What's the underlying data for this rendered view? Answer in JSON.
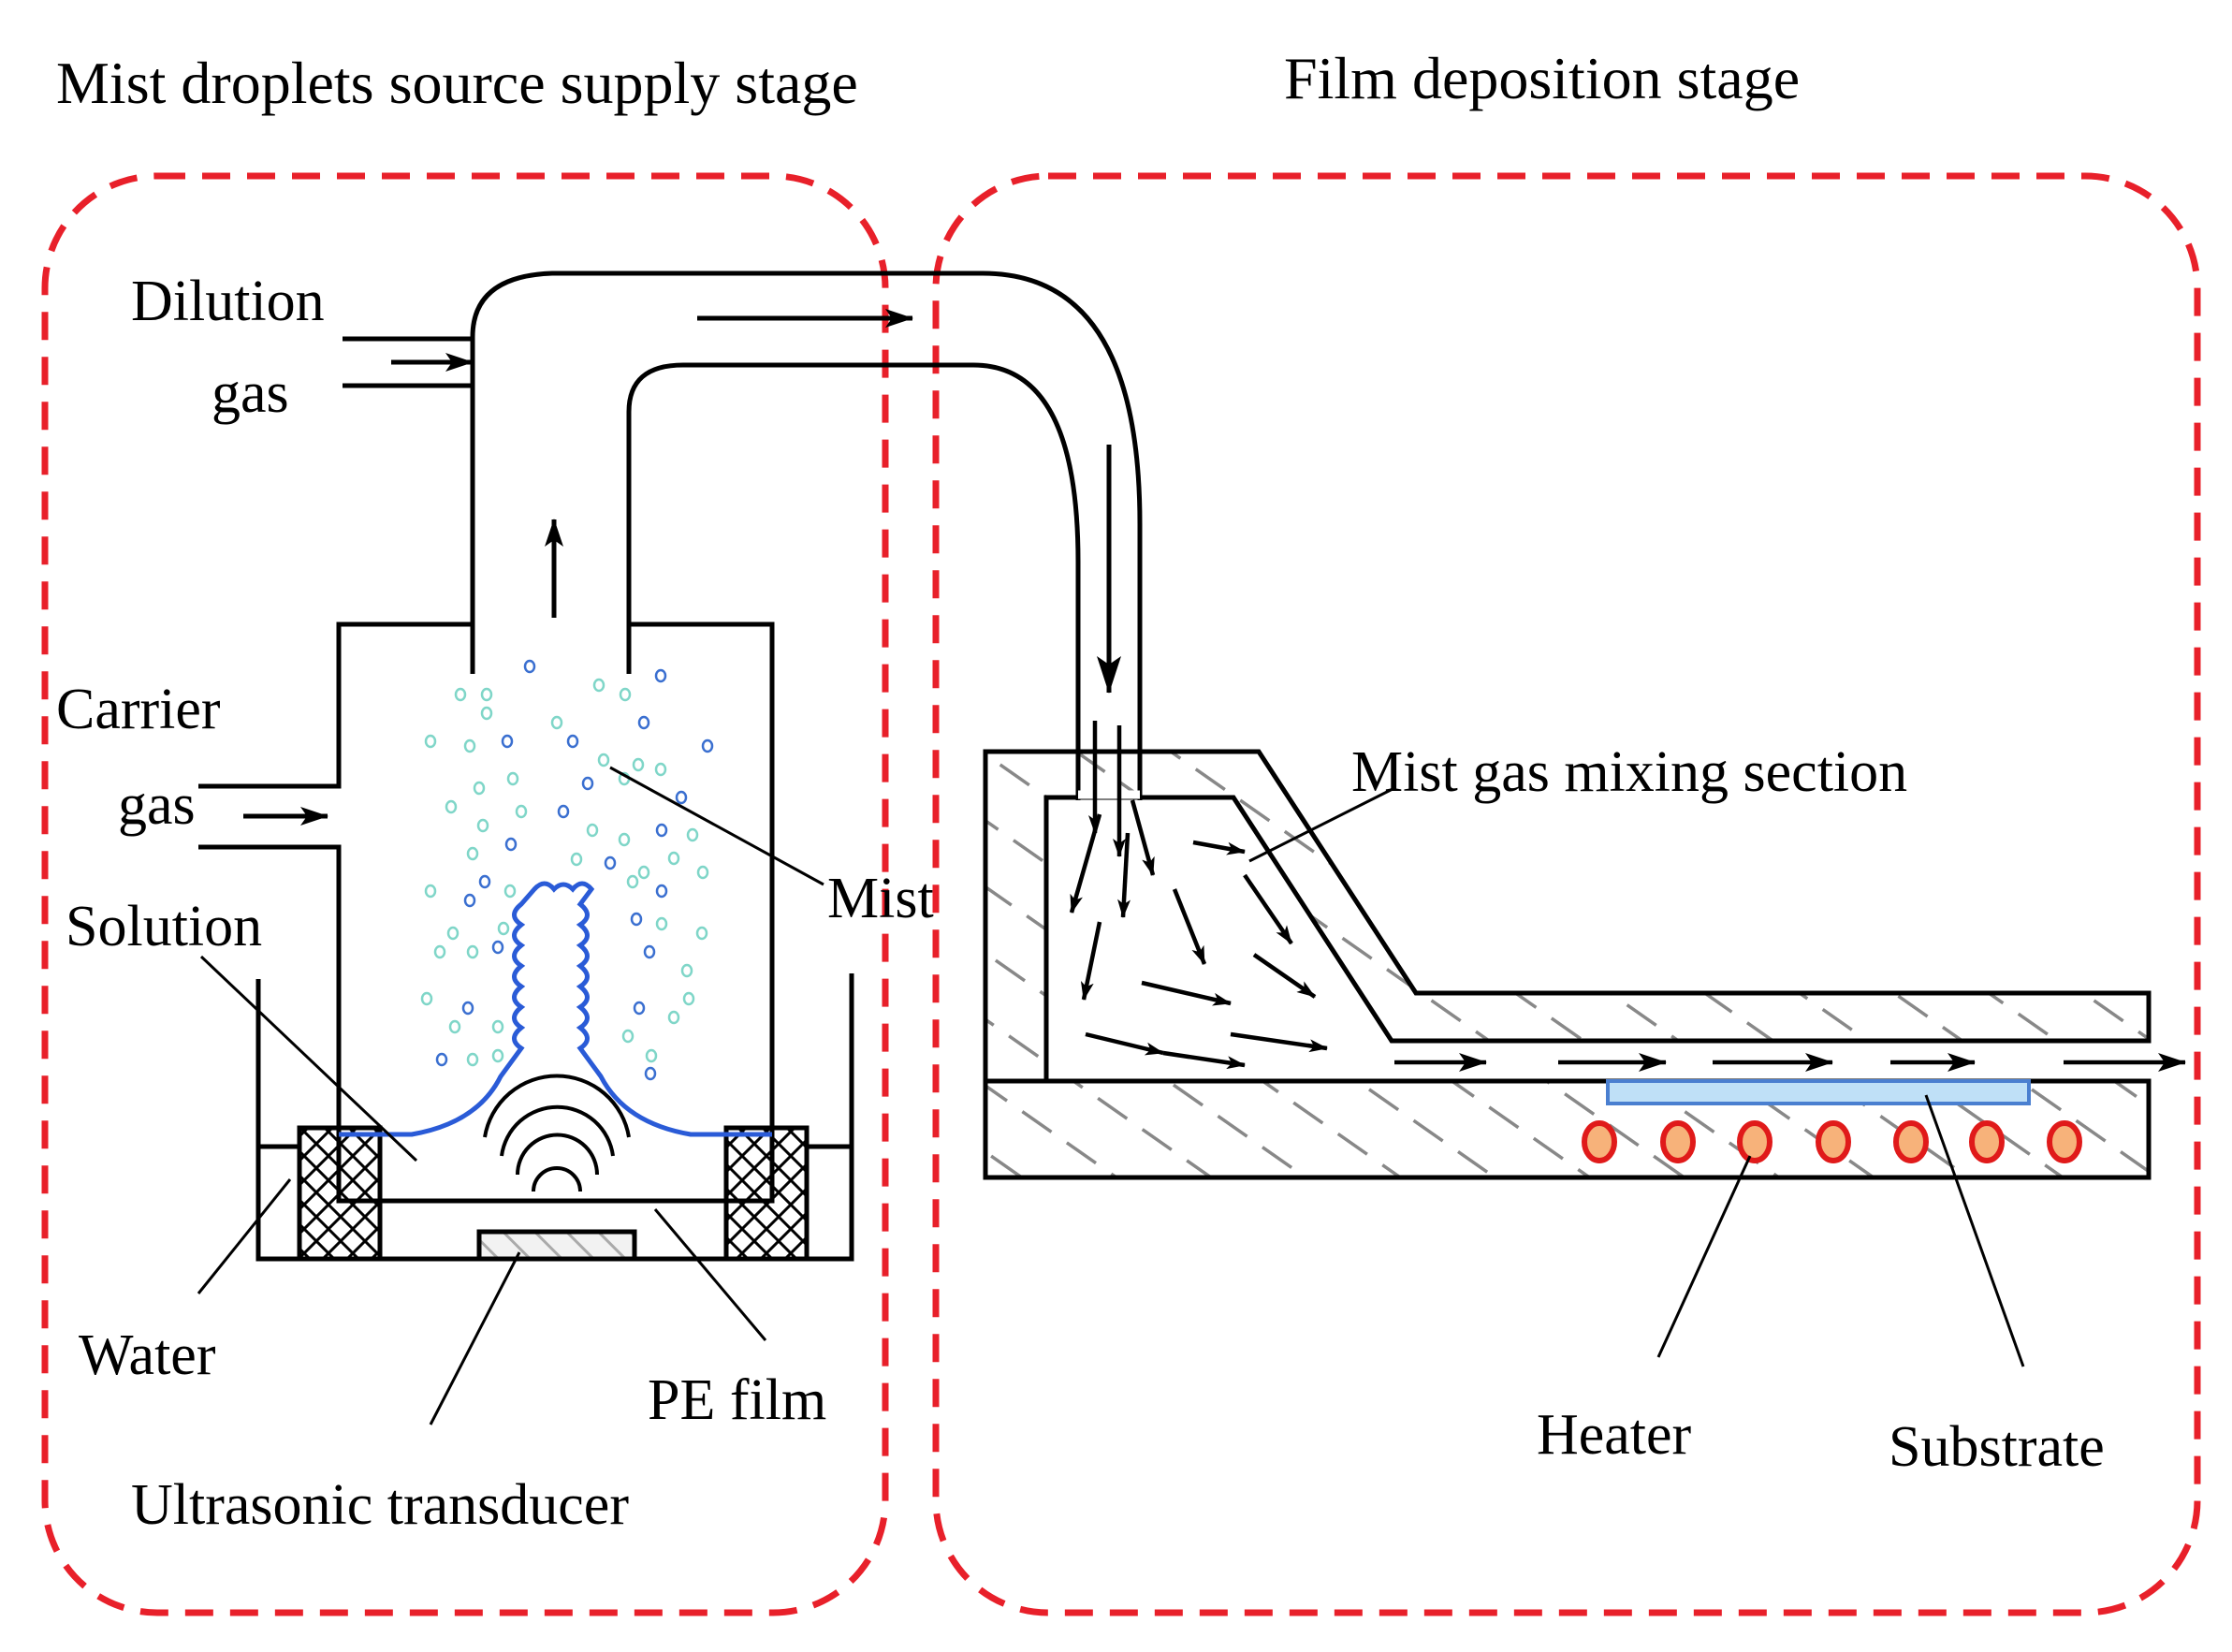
{
  "titles": {
    "left": "Mist droplets source supply stage",
    "right": "Film deposition stage"
  },
  "labels": {
    "dilution": "Dilution",
    "dilution_gas": "gas",
    "carrier": "Carrier",
    "carrier_gas": "gas",
    "solution": "Solution",
    "mist": "Mist",
    "water": "Water",
    "pe_film": "PE film",
    "ultrasonic_transducer": "Ultrasonic transducer",
    "mixing_section": "Mist gas mixing section",
    "heater": "Heater",
    "substrate": "Substrate"
  },
  "colors": {
    "stage_border": "#e8202a",
    "outline": "#000000",
    "liquid": "#2a5bd7",
    "droplet_light": "#7fd6c8",
    "droplet_dark": "#3a6fd0",
    "heater_fill": "#f7b27a",
    "heater_ring": "#e01a1a",
    "substrate_fill": "#bfe0f7",
    "substrate_edge": "#4a7fd0",
    "hatch": "#888888"
  }
}
